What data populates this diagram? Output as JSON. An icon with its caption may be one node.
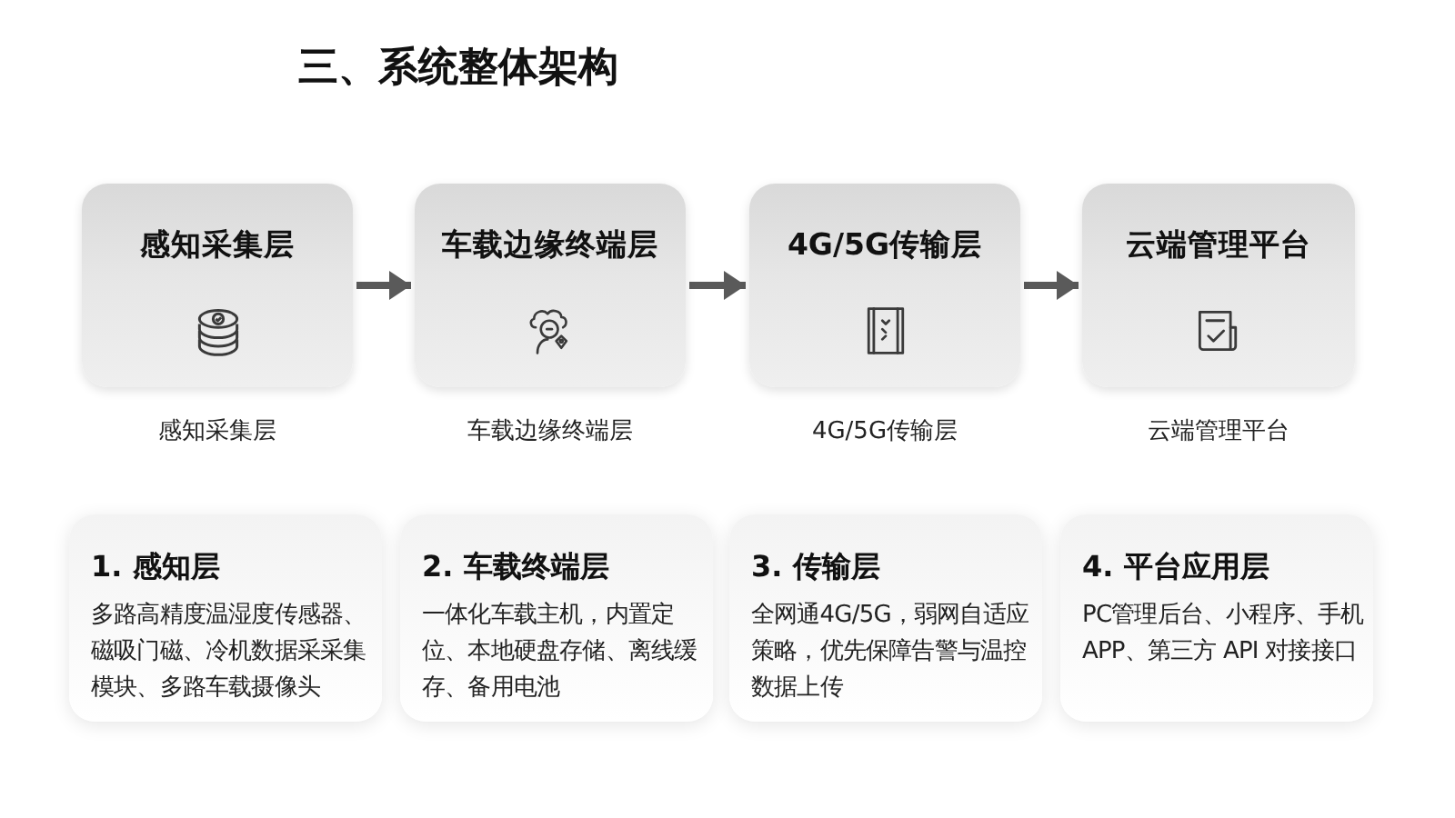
{
  "diagram": {
    "title": "三、系统整体架构",
    "nodes": [
      {
        "text": [
          "感知采集层"
        ],
        "beside": [
          "感知采集层"
        ]
      },
      {
        "text": [
          "车载边缘终端层"
        ],
        "beside": [
          "车载边缘终端层"
        ]
      },
      {
        "text": [
          "4G/5G传输层"
        ],
        "beside": [
          "4G/5G传输层"
        ]
      },
      {
        "text": [
          "云端管理平台"
        ],
        "beside": [
          "云端管理平台"
        ]
      },
      {
        "text": [
          "1. 感知层",
          "多路高精度温湿度传感器、磁吸门磁、冷机数据采采集模块、多路车载摄像头"
        ]
      },
      {
        "text": [
          "2. 车载终端层",
          "一体化车载主机，内置定位、本地硬盘存储、离线缓存、备用电池"
        ]
      },
      {
        "text": [
          "3. 传输层",
          "全网通4G/5G，弱网自适应策略，优先保障告警与温控数据上传"
        ]
      },
      {
        "text": [
          "4. 平台应用层",
          "PC管理后台、小程序、手机 APP、第三方 API 对接接口"
        ]
      }
    ],
    "edges": [
      {
        "from": 0,
        "to": 1,
        "arrow": "to"
      },
      {
        "from": 1,
        "to": 2,
        "arrow": "to"
      },
      {
        "from": 2,
        "to": 3,
        "arrow": "to"
      }
    ]
  }
}
